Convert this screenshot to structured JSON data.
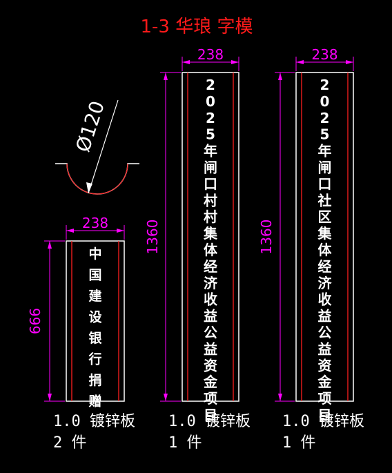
{
  "title": "1-3 华琅 字模",
  "colors": {
    "background": "#000000",
    "title": "#ff1a1a",
    "dimension": "#ff00ff",
    "outline": "#ffffff",
    "inner_line": "#ff2020",
    "text": "#ffffff"
  },
  "pipe": {
    "diameter_label": "Ø120"
  },
  "panels": [
    {
      "width_label": "238",
      "height_label": "666",
      "vertical_text": "中国建设银行捐赠",
      "spec": "1.0 镀锌板",
      "quantity": "2 件"
    },
    {
      "width_label": "238",
      "height_label": "1360",
      "vertical_text": "2025年闸口村村集体经济收益公益资金项目",
      "spec": "1.0 镀锌板",
      "quantity": "1 件"
    },
    {
      "width_label": "238",
      "height_label": "1360",
      "vertical_text": "2025年闸口社区集体经济收益公益资金项目",
      "spec": "1.0 镀锌板",
      "quantity": "1 件"
    }
  ]
}
